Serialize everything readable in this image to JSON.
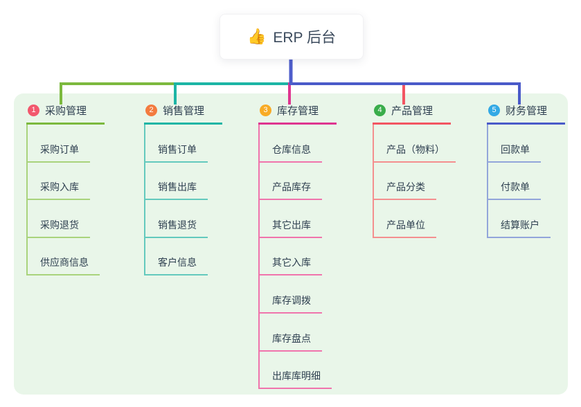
{
  "root": {
    "icon": "👍",
    "label": "ERP 后台",
    "line_color": "#4e5dcb"
  },
  "panel_bg": "#e9f6e9",
  "text_color": "#2e3f50",
  "branches": [
    {
      "badge": "1",
      "label": "采购管理",
      "badge_color": "#f2586d",
      "line_color": "#7cb93e",
      "child_line_color": "#a9d37c",
      "children": [
        "采购订单",
        "采购入库",
        "采购退货",
        "供应商信息"
      ]
    },
    {
      "badge": "2",
      "label": "销售管理",
      "badge_color": "#f37b3f",
      "line_color": "#1cb5a5",
      "child_line_color": "#63c9bd",
      "children": [
        "销售订单",
        "销售出库",
        "销售退货",
        "客户信息"
      ]
    },
    {
      "badge": "3",
      "label": "库存管理",
      "badge_color": "#f8ab26",
      "line_color": "#df3590",
      "child_line_color": "#f074ac",
      "children": [
        "仓库信息",
        "产品库存",
        "其它出库",
        "其它入库",
        "库存调拨",
        "库存盘点",
        "出库库明细"
      ]
    },
    {
      "badge": "4",
      "label": "产品管理",
      "badge_color": "#3aad4b",
      "line_color": "#f25562",
      "child_line_color": "#f48f8f",
      "children": [
        "产品（物料）",
        "产品分类",
        "产品单位"
      ]
    },
    {
      "badge": "5",
      "label": "财务管理",
      "badge_color": "#33a9e5",
      "line_color": "#4a5ac9",
      "child_line_color": "#92a5da",
      "children": [
        "回款单",
        "付款单",
        "结算账户"
      ]
    }
  ]
}
